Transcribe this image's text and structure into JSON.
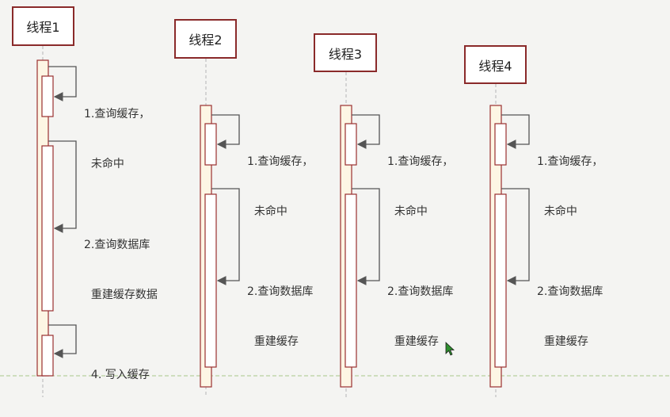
{
  "threads": [
    {
      "name": "线程1"
    },
    {
      "name": "线程2"
    },
    {
      "name": "线程3"
    },
    {
      "name": "线程4"
    }
  ],
  "messages": {
    "t1_query_cache": [
      "1.查询缓存，",
      "  未命中"
    ],
    "t1_query_db": [
      "2.查询数据库",
      "  重建缓存数据"
    ],
    "t1_write_cache": [
      "4. 写入缓存"
    ],
    "t2_query_cache": [
      "1.查询缓存，",
      "  未命中"
    ],
    "t2_query_db": [
      "2.查询数据库",
      "  重建缓存"
    ],
    "t3_query_cache": [
      "1.查询缓存，",
      "  未命中"
    ],
    "t3_query_db": [
      "2.查询数据库",
      "  重建缓存"
    ],
    "t4_query_cache": [
      "1.查询缓存，",
      "  未命中"
    ],
    "t4_query_db": [
      "2.查询数据库",
      "  重建缓存"
    ]
  },
  "colors": {
    "head_border": "#8a2a2a",
    "activation_border": "#9a3030",
    "activation_fill": "#fdf6e4",
    "inner_fill": "#ffffff",
    "arrow": "#555555",
    "lifeline": "#b5b5b5",
    "baseline": "#a8c98a"
  }
}
